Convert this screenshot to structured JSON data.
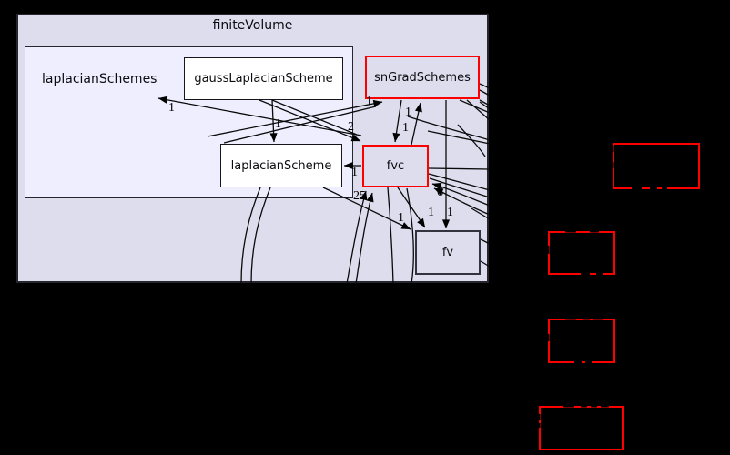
{
  "page": {
    "background": "#000000"
  },
  "graph": {
    "outer_cluster": {
      "label": "finiteVolume"
    },
    "inner_cluster": {
      "label": "laplacianSchemes"
    },
    "nodes": {
      "gauss": {
        "label": "gaussLaplacianScheme"
      },
      "laplacian": {
        "label": "laplacianScheme"
      },
      "snGrad": {
        "label": "snGradSchemes"
      },
      "fvc": {
        "label": "fvc"
      },
      "fv": {
        "label": "fv"
      }
    },
    "edge_labels": [
      {
        "text": "1"
      },
      {
        "text": "1"
      },
      {
        "text": "2"
      },
      {
        "text": "1"
      },
      {
        "text": "1"
      },
      {
        "text": "1"
      },
      {
        "text": "1"
      },
      {
        "text": "25"
      },
      {
        "text": "6"
      },
      {
        "text": "1"
      },
      {
        "text": "1"
      },
      {
        "text": "1"
      }
    ],
    "external_nodes": {
      "count": 4,
      "labels_visible": false
    },
    "colors": {
      "background": "#000000",
      "outer_cluster_fill": "#ddddee",
      "inner_cluster_fill": "#eeeeff",
      "node_fill": "#ffffff",
      "node_alt_fill": "#ddddee",
      "highlight_border": "#ff0000",
      "edge": "#000000"
    }
  }
}
